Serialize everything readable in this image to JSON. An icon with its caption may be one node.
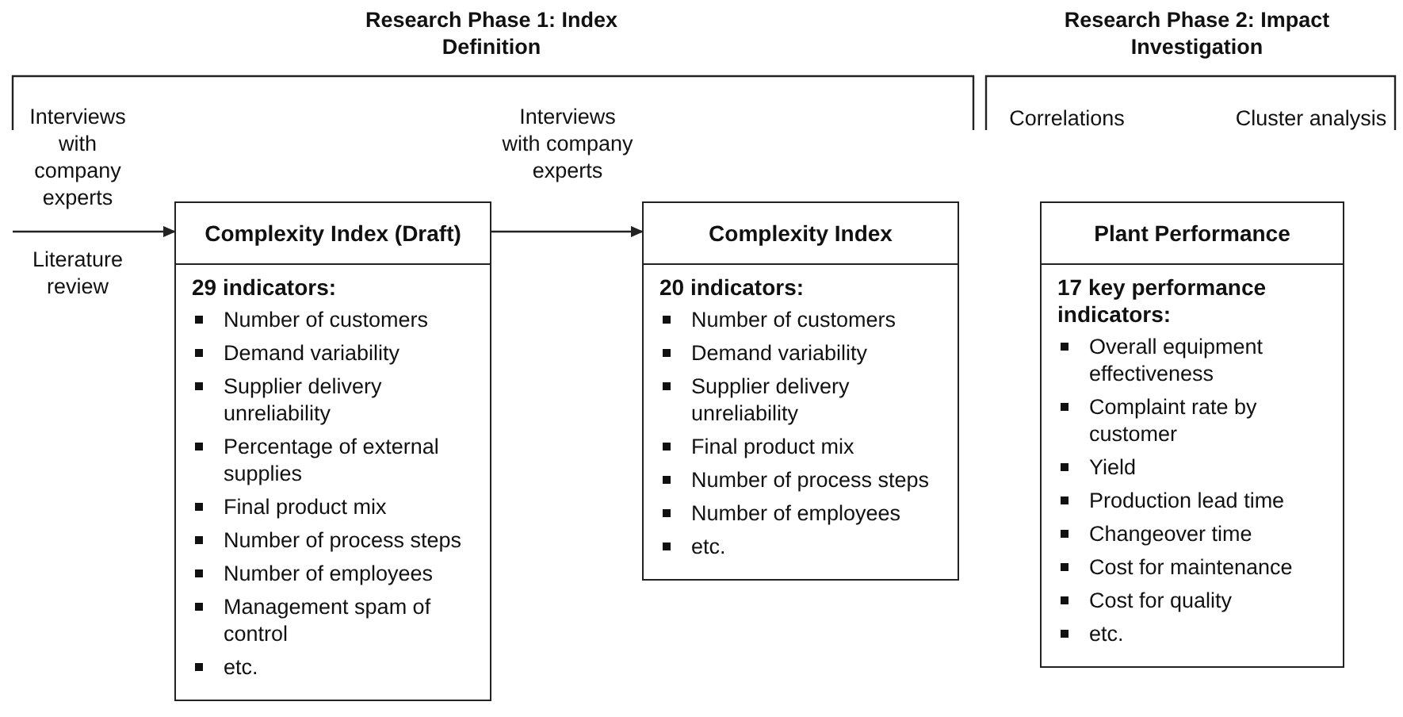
{
  "diagram": {
    "nodes": [
      {
        "text": [
          "Complexity Index (Draft)",
          "29 indicators:",
          "Number of customers",
          "Demand variability",
          "Supplier delivery unreliability",
          "Percentage of external supplies",
          "Final product mix",
          "Number of process steps",
          "Number of employees",
          "Management spam of control",
          "etc."
        ]
      },
      {
        "text": [
          "Complexity Index",
          "20 indicators:",
          "Number of customers",
          "Demand variability",
          "Supplier delivery unreliability",
          "Final product mix",
          "Number of process steps",
          "Number of employees",
          "etc."
        ]
      },
      {
        "text": [
          "Plant Performance",
          "17 key performance indicators:",
          "Overall equipment effectiveness",
          "Complaint rate by customer",
          "Yield",
          "Production lead time",
          "Changeover time",
          "Cost for maintenance",
          "Cost for quality",
          "etc."
        ]
      }
    ],
    "edges": [
      {
        "from": null,
        "to": 0,
        "arrow": "to"
      },
      {
        "from": 0,
        "to": 1,
        "arrow": "to",
        "label": "Interviews with company experts"
      }
    ],
    "labels": [
      "Research Phase 1: Index Definition",
      "Research Phase 2: Impact Investigation",
      "Interviews with company experts",
      "Literature review",
      "Correlations",
      "Cluster analysis"
    ]
  }
}
